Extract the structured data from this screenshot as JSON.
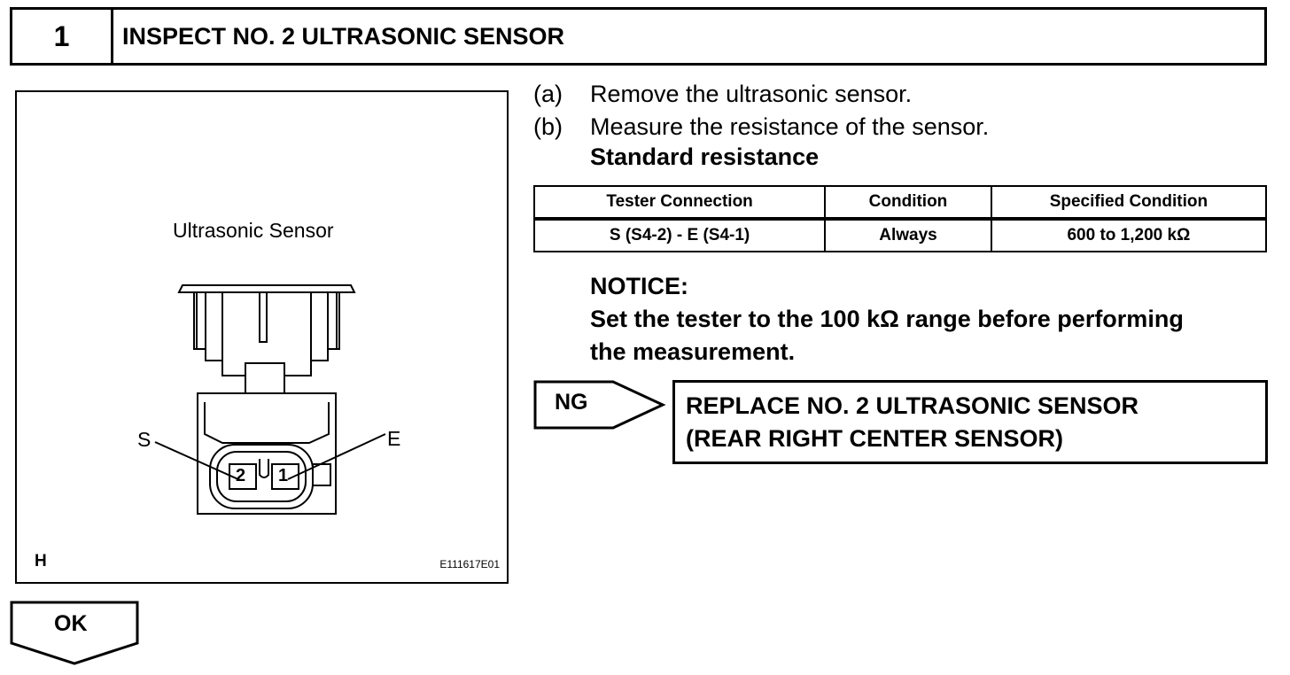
{
  "header": {
    "step_number": "1",
    "title": "INSPECT NO. 2 ULTRASONIC SENSOR"
  },
  "figure": {
    "label": "Ultrasonic Sensor",
    "corner_mark": "H",
    "code": "E111617E01",
    "terminal_s": "S",
    "terminal_e": "E",
    "pin_2": "2",
    "pin_1": "1"
  },
  "instructions": {
    "a_letter": "(a)",
    "a_text": "Remove the ultrasonic sensor.",
    "b_letter": "(b)",
    "b_text": "Measure the resistance of the sensor.",
    "standard_label": "Standard resistance"
  },
  "table": {
    "headers": [
      "Tester Connection",
      "Condition",
      "Specified Condition"
    ],
    "rows": [
      [
        "S (S4-2) - E (S4-1)",
        "Always",
        "600 to 1,200 kΩ"
      ]
    ]
  },
  "notice": {
    "heading": "NOTICE:",
    "line1": "Set the tester to the 100 kΩ range before performing",
    "line2": "the measurement."
  },
  "ng": {
    "label": "NG",
    "result_line1": "REPLACE NO. 2 ULTRASONIC SENSOR",
    "result_line2": "(REAR RIGHT CENTER SENSOR)"
  },
  "ok": {
    "label": "OK"
  }
}
